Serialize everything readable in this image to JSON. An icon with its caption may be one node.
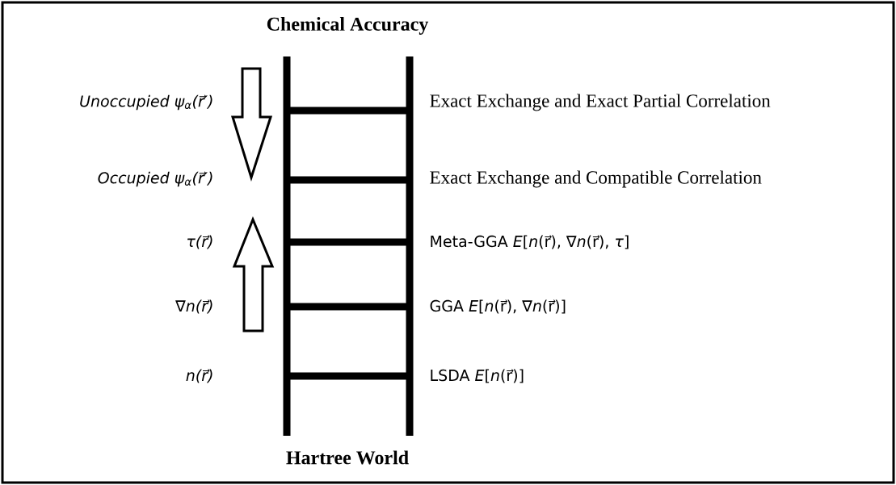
{
  "diagram": {
    "labels": [
      "Chemical Accuracy",
      "Unoccupied  ψ$_{α}$(r⃗′)",
      "Exact Exchange and Exact Partial Correlation",
      "Occupied ψ$_{α}$(r⃗′)",
      "Exact Exchange and Compatible Correlation",
      "τ(r⃗)",
      "Meta-GGA  *E*[*n*(r⃗), ∇*n*(r⃗), *τ*]",
      "∇n(r⃗)",
      "GGA    *E*[*n*(r⃗), ∇*n*(r⃗)]",
      "n(r⃗)",
      "LSDA  *E*[*n*(r⃗)]",
      "Hartree World"
    ]
  }
}
